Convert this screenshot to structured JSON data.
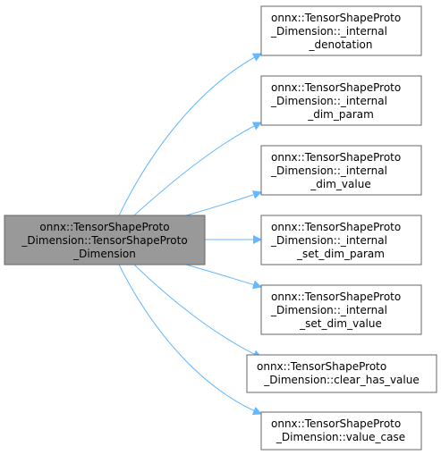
{
  "source": {
    "lines": [
      "onnx::TensorShapeProto",
      "_Dimension::TensorShapeProto",
      "_Dimension"
    ]
  },
  "targets": [
    {
      "lines": [
        "onnx::TensorShapeProto",
        "_Dimension::_internal",
        "_denotation"
      ]
    },
    {
      "lines": [
        "onnx::TensorShapeProto",
        "_Dimension::_internal",
        "_dim_param"
      ]
    },
    {
      "lines": [
        "onnx::TensorShapeProto",
        "_Dimension::_internal",
        "_dim_value"
      ]
    },
    {
      "lines": [
        "onnx::TensorShapeProto",
        "_Dimension::_internal",
        "_set_dim_param"
      ]
    },
    {
      "lines": [
        "onnx::TensorShapeProto",
        "_Dimension::_internal",
        "_set_dim_value"
      ]
    },
    {
      "lines": [
        "onnx::TensorShapeProto",
        "_Dimension::clear_has_value"
      ]
    },
    {
      "lines": [
        "onnx::TensorShapeProto",
        "_Dimension::value_case"
      ]
    }
  ],
  "colors": {
    "source_fill": "#999999",
    "source_border": "#666666",
    "target_fill": "#ffffff",
    "target_border": "#666666",
    "edge": "#63b8ff"
  }
}
